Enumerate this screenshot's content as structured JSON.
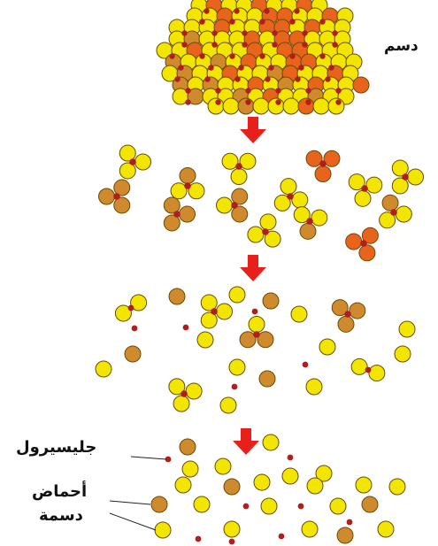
{
  "labels": {
    "fat": "دسم",
    "glycerol": "جليسيرول",
    "fatty_acids_line1": "أحماض",
    "fatty_acids_line2": "دسمة"
  },
  "colors": {
    "background": "#ffffff",
    "fatty_acid_saturated": "#f2e600",
    "fatty_acid_medium": "#d08a2e",
    "fatty_acid_unsaturated": "#e8641c",
    "glycerol": "#b01e1e",
    "arrow": "#e8201c",
    "outline": "#6b4a00"
  },
  "icons": {
    "arrow": "arrow-down-icon",
    "fatty_acid": "circle-icon",
    "glycerol": "dot-icon"
  }
}
